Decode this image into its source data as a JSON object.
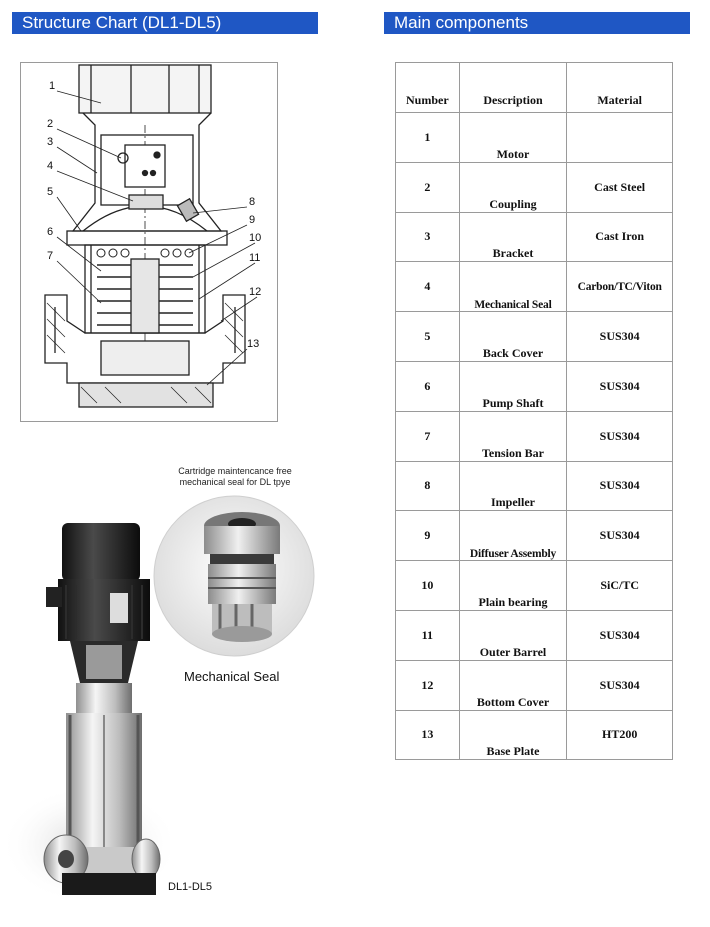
{
  "left_header": "Structure Chart (DL1-DL5)",
  "right_header": "Main components",
  "diagram": {
    "callouts": [
      "1",
      "2",
      "3",
      "4",
      "5",
      "6",
      "7",
      "8",
      "9",
      "10",
      "11",
      "12",
      "13"
    ]
  },
  "seal_caption": "Cartridge maintencance free mechanical seal for DL tpye",
  "seal_label": "Mechanical Seal",
  "model_label": "DL1-DL5",
  "table": {
    "headers": [
      "Number",
      "Description",
      "Material"
    ],
    "rows": [
      {
        "number": "1",
        "description": "Motor",
        "material": ""
      },
      {
        "number": "2",
        "description": "Coupling",
        "material": "Cast Steel"
      },
      {
        "number": "3",
        "description": "Bracket",
        "material": "Cast Iron"
      },
      {
        "number": "4",
        "description": "Mechanical Seal",
        "material": "Carbon/TC/Viton"
      },
      {
        "number": "5",
        "description": "Back Cover",
        "material": "SUS304"
      },
      {
        "number": "6",
        "description": "Pump Shaft",
        "material": "SUS304"
      },
      {
        "number": "7",
        "description": "Tension Bar",
        "material": "SUS304"
      },
      {
        "number": "8",
        "description": "Impeller",
        "material": "SUS304"
      },
      {
        "number": "9",
        "description": "Diffuser Assembly",
        "material": "SUS304"
      },
      {
        "number": "10",
        "description": "Plain bearing",
        "material": "SiC/TC"
      },
      {
        "number": "11",
        "description": "Outer Barrel",
        "material": "SUS304"
      },
      {
        "number": "12",
        "description": "Bottom Cover",
        "material": "SUS304"
      },
      {
        "number": "13",
        "description": "Base Plate",
        "material": "HT200"
      }
    ]
  }
}
